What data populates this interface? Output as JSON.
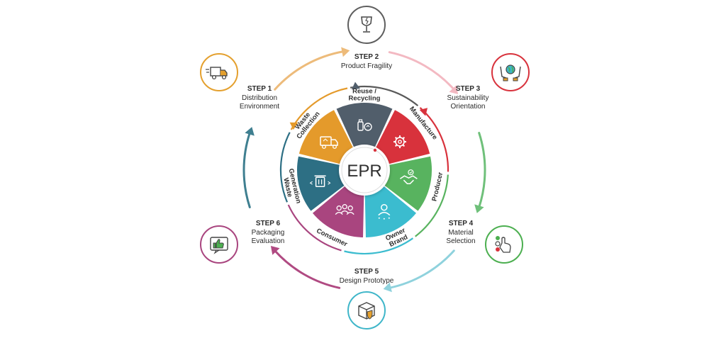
{
  "center": {
    "label": "EPR"
  },
  "segments": [
    {
      "label_lines": [
        "Reuse /",
        "Recycling"
      ],
      "color": "#515e6b",
      "icon": "recycle-bottles-icon"
    },
    {
      "label_lines": [
        "Manufacture"
      ],
      "color": "#d8323c",
      "icon": "gear-icon"
    },
    {
      "label_lines": [
        "Producer"
      ],
      "color": "#58b35f",
      "icon": "handshake-icon"
    },
    {
      "label_lines": [
        "Brand",
        "Owner"
      ],
      "color": "#3bbccf",
      "icon": "person-icon"
    },
    {
      "label_lines": [
        "Consumer"
      ],
      "color": "#a9457f",
      "icon": "group-icon"
    },
    {
      "label_lines": [
        "Waste",
        "Generation"
      ],
      "color": "#2d6f84",
      "icon": "trash-bin-icon"
    },
    {
      "label_lines": [
        "Waste",
        "Collection"
      ],
      "color": "#e49a2b",
      "icon": "garbage-truck-icon"
    }
  ],
  "steps": [
    {
      "title": "STEP 1",
      "desc": [
        "Distribution",
        "Environment"
      ],
      "color": "#e4a02e",
      "icon": "truck-icon"
    },
    {
      "title": "STEP 2",
      "desc": [
        "Product Fragility"
      ],
      "color": "#5e5e5e",
      "icon": "fragile-glass-icon"
    },
    {
      "title": "STEP 3",
      "desc": [
        "Sustainability",
        "Orientation"
      ],
      "color": "#d8323c",
      "icon": "hands-globe-icon"
    },
    {
      "title": "STEP 4",
      "desc": [
        "Material",
        "Selection"
      ],
      "color": "#4caf50",
      "icon": "hand-select-icon"
    },
    {
      "title": "STEP 5",
      "desc": [
        "Design Prototype"
      ],
      "color": "#3fb6c9",
      "icon": "package-shield-icon"
    },
    {
      "title": "STEP 6",
      "desc": [
        "Packaging",
        "Evaluation"
      ],
      "color": "#a9457f",
      "icon": "thumbs-up-icon"
    }
  ],
  "arrow_colors": [
    "#edbb7a",
    "#f3b9c2",
    "#6fc07a",
    "#8fd2dd",
    "#b04a82",
    "#3f7f90"
  ]
}
